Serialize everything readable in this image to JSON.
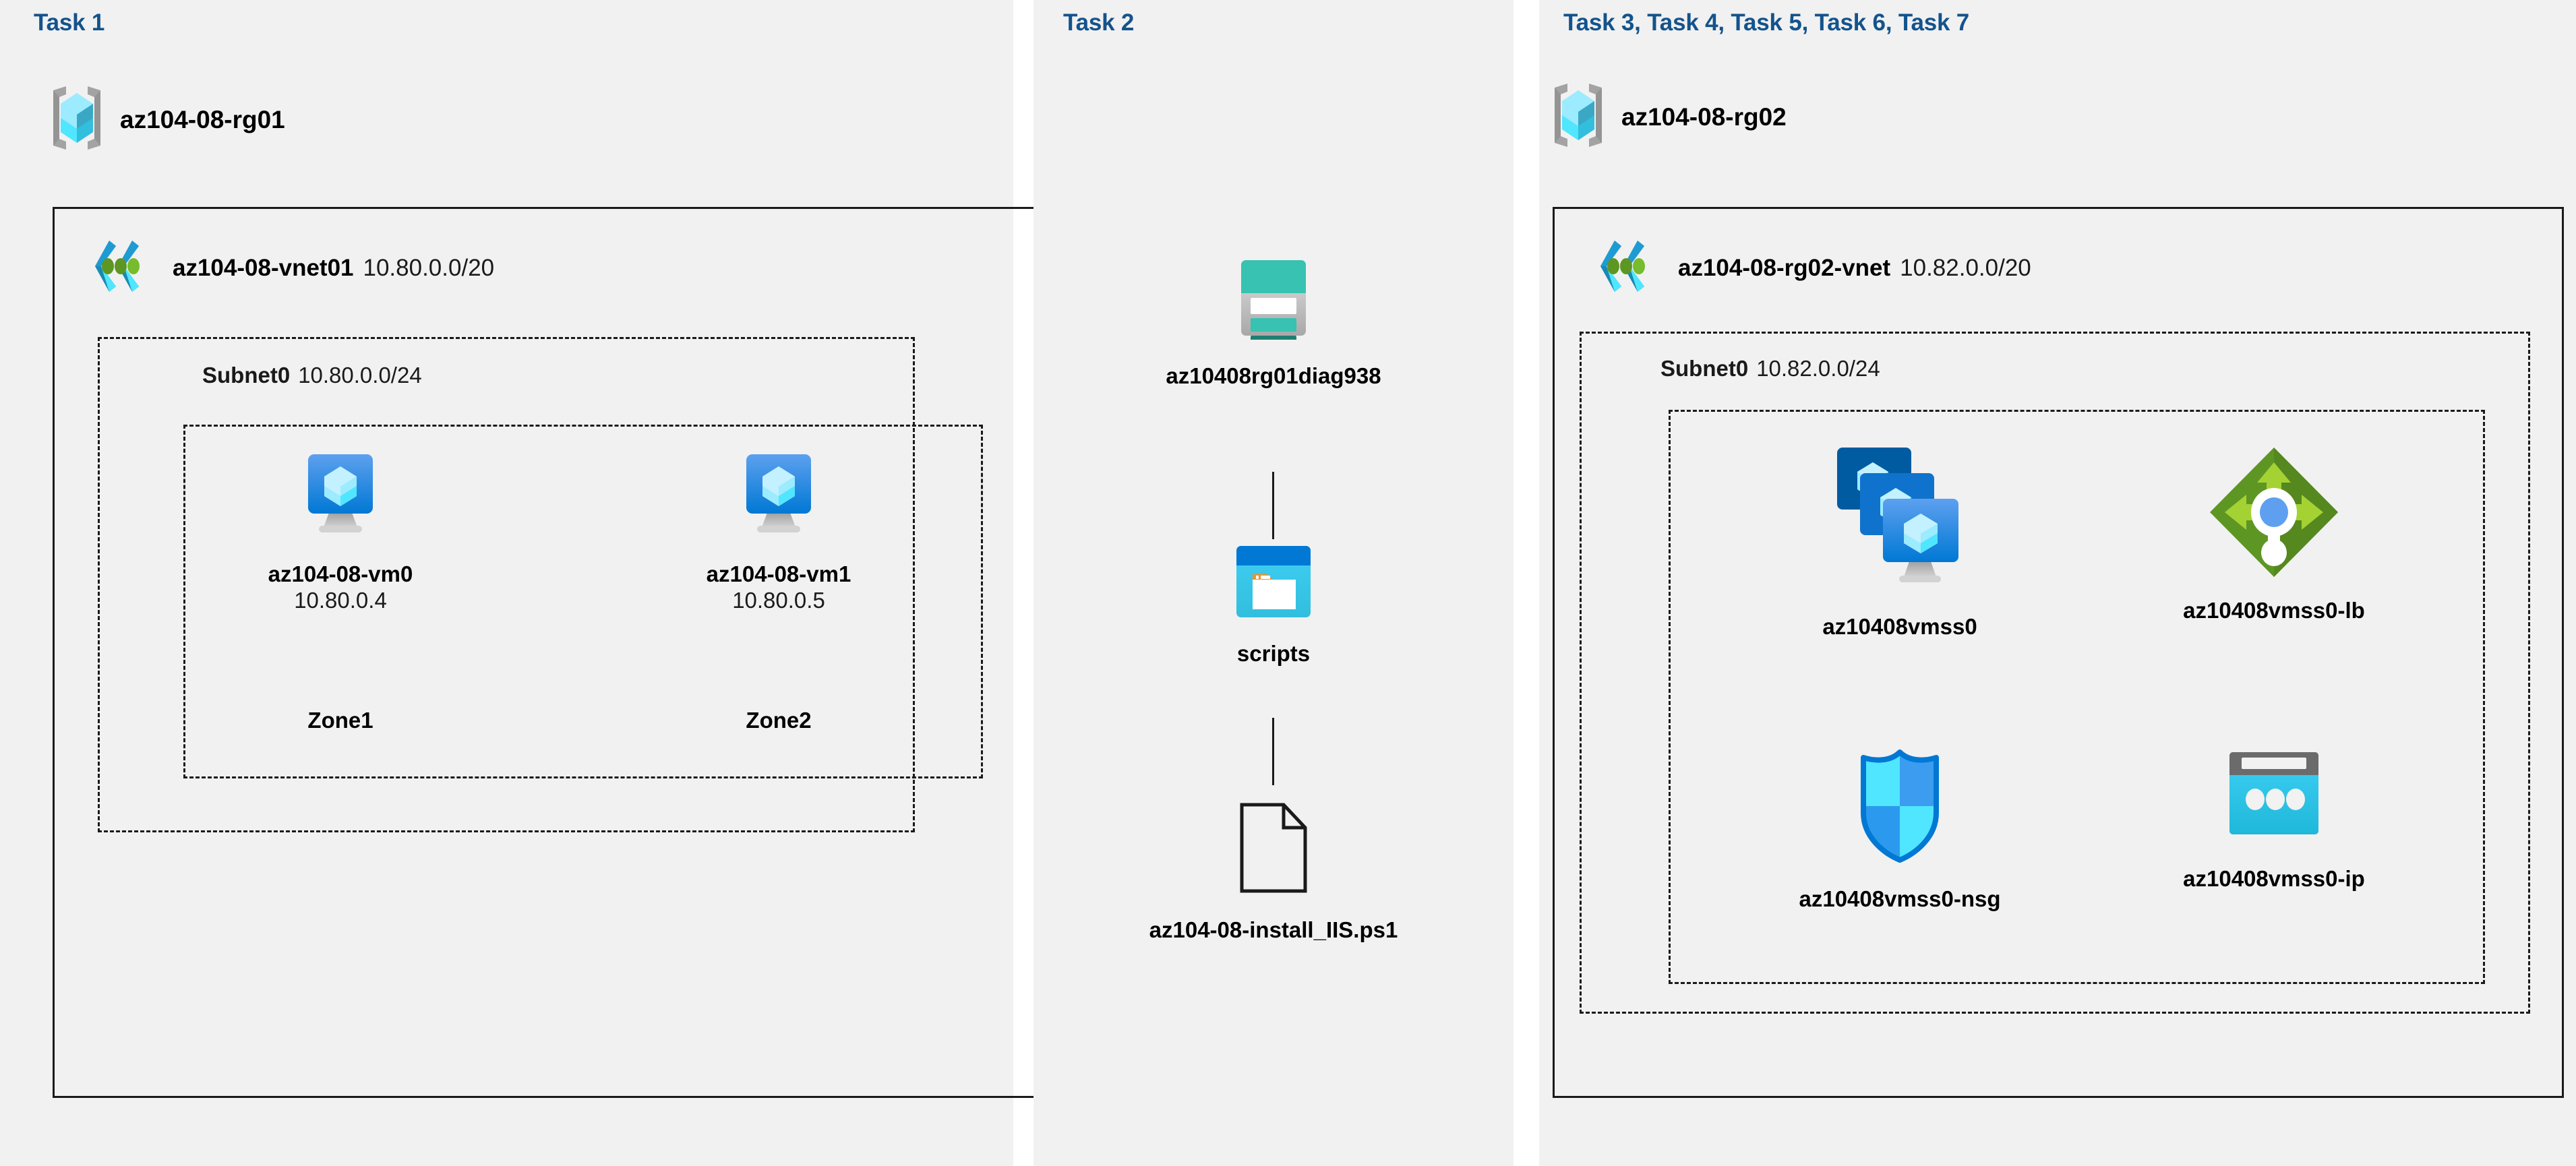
{
  "panels": [
    {
      "id": "task1",
      "label": "Task 1"
    },
    {
      "id": "task2",
      "label": "Task 2"
    },
    {
      "id": "task3",
      "label": "Task 3, Task 4, Task 5, Task 6, Task 7"
    }
  ],
  "colors": {
    "task_label": "#14538c",
    "panel_bg": "#f1f1f1",
    "page_bg": "#ffffff",
    "box_stroke": "#1a1a1a",
    "vm_blue": "#0078d4",
    "cube_cyan": "#50e6ff",
    "storage_teal": "#37c2b1",
    "container_blue": "#0078d4",
    "folder_orange": "#f7901e",
    "lb_green": "#5e9624",
    "lb_arrow_green": "#a4d233",
    "lb_node_blue": "#5ea0ef",
    "nsg_cyan": "#50e6ff",
    "nsg_blue": "#3b9cf0",
    "ip_gray": "#6b6b6b",
    "ip_cyan": "#32bedd"
  },
  "task1": {
    "resource_group": {
      "name": "az104-08-rg01",
      "icon": "resource-group-icon"
    },
    "vnet": {
      "name": "az104-08-vnet01",
      "cidr": "10.80.0.0/20",
      "icon": "virtual-network-icon"
    },
    "subnet": {
      "name": "Subnet0",
      "cidr": "10.80.0.0/24"
    },
    "vms": [
      {
        "name": "az104-08-vm0",
        "ip": "10.80.0.4",
        "zone": "Zone1",
        "icon": "virtual-machine-icon"
      },
      {
        "name": "az104-08-vm1",
        "ip": "10.80.0.5",
        "zone": "Zone2",
        "icon": "virtual-machine-icon"
      }
    ]
  },
  "task2": {
    "items": [
      {
        "name": "az10408rg01diag938",
        "icon": "storage-account-icon"
      },
      {
        "name": "scripts",
        "icon": "blob-container-icon"
      },
      {
        "name": "az104-08-install_IIS.ps1",
        "icon": "file-icon"
      }
    ]
  },
  "task3": {
    "resource_group": {
      "name": "az104-08-rg02",
      "icon": "resource-group-icon"
    },
    "vnet": {
      "name": "az104-08-rg02-vnet",
      "cidr": "10.82.0.0/20",
      "icon": "virtual-network-icon"
    },
    "subnet": {
      "name": "Subnet0",
      "cidr": "10.82.0.0/24"
    },
    "resources": [
      {
        "name": "az10408vmss0",
        "icon": "vm-scale-set-icon"
      },
      {
        "name": "az10408vmss0-lb",
        "icon": "load-balancer-icon"
      },
      {
        "name": "az10408vmss0-nsg",
        "icon": "network-security-group-icon"
      },
      {
        "name": "az10408vmss0-ip",
        "icon": "public-ip-address-icon"
      }
    ]
  }
}
